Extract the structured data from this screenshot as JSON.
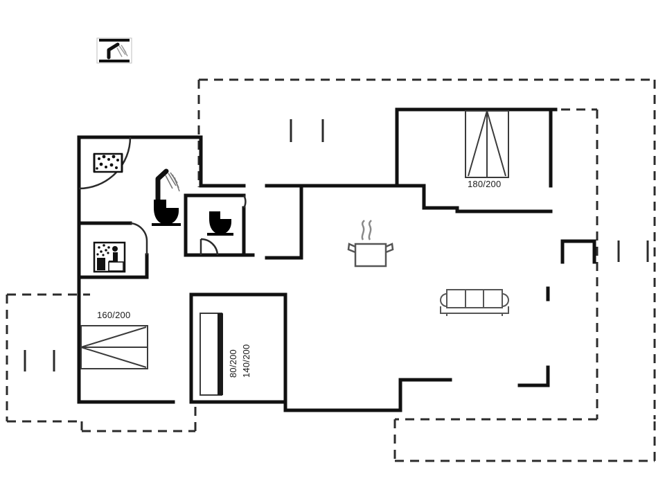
{
  "plan": {
    "title": "Holiday house floor plan",
    "type": "architectural-floor-plan",
    "colors": {
      "wall": "#111111",
      "thin_line": "#3a3a3a",
      "furniture_outline": "#555555",
      "icon_fill": "#000000",
      "background": "#ffffff",
      "dashed": "#2b2b2b"
    }
  },
  "legend": {
    "shower_box_label": "shower-symbol"
  },
  "labels": {
    "bed_main_bedroom": "180/200",
    "bed_left_bedroom": "160/200",
    "bunk_upper": "80/200",
    "bunk_lower": "140/200"
  },
  "icons": {
    "legend_shower": "shower-icon",
    "dishwasher": "dishwasher-icon",
    "bath_shower": "shower-icon",
    "toilet_bathroom": "toilet-icon",
    "toilet_wc": "toilet-icon",
    "sauna": "sauna-icon",
    "stove_pot": "cooking-pot-icon",
    "sofa": "sofa-icon"
  },
  "rooms": [
    {
      "name": "bathroom",
      "label": ""
    },
    {
      "name": "sauna-room",
      "label": ""
    },
    {
      "name": "wc",
      "label": ""
    },
    {
      "name": "bedroom-left",
      "label": "160/200"
    },
    {
      "name": "bedroom-bunk",
      "label": "80/200 140/200"
    },
    {
      "name": "bedroom-main",
      "label": "180/200"
    },
    {
      "name": "living-kitchen",
      "label": ""
    },
    {
      "name": "terrace-left",
      "label": ""
    },
    {
      "name": "terrace-right",
      "label": ""
    },
    {
      "name": "terrace-bottom",
      "label": ""
    }
  ]
}
